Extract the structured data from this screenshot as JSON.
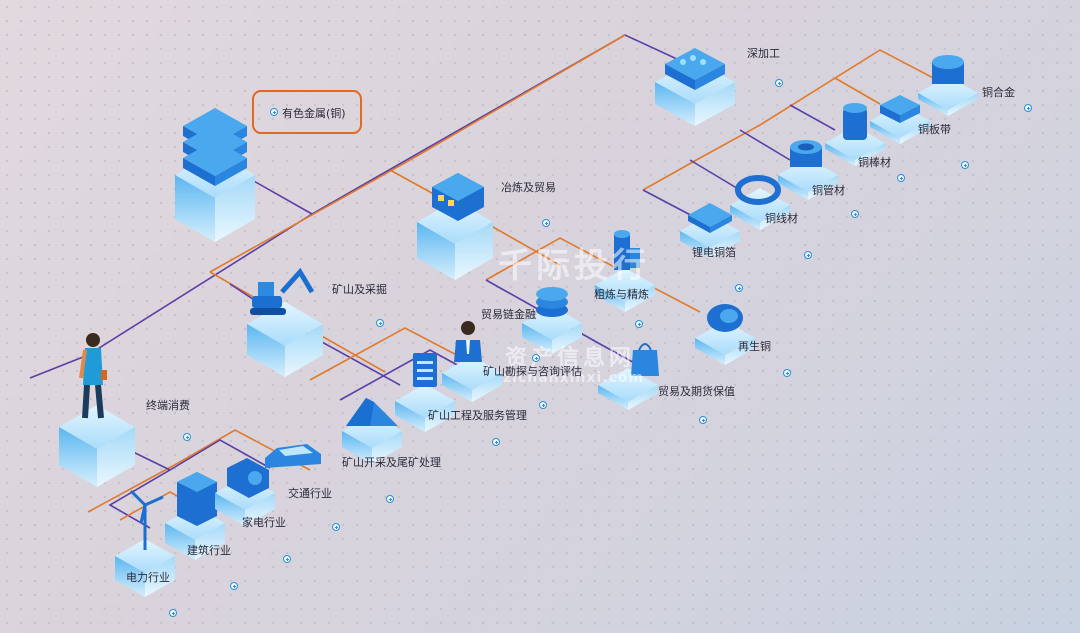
{
  "root": {
    "label": "有色金属(铜)"
  },
  "nodes": [
    {
      "id": "terminal",
      "label": "终端消费"
    },
    {
      "id": "mining",
      "label": "矿山及采掘"
    },
    {
      "id": "smelting",
      "label": "冶炼及贸易"
    },
    {
      "id": "deep",
      "label": "深加工"
    },
    {
      "id": "power",
      "label": "电力行业"
    },
    {
      "id": "building",
      "label": "建筑行业"
    },
    {
      "id": "appliance",
      "label": "家电行业"
    },
    {
      "id": "traffic",
      "label": "交通行业"
    },
    {
      "id": "tailings",
      "label": "矿山开采及尾矿处理"
    },
    {
      "id": "engineering",
      "label": "矿山工程及服务管理"
    },
    {
      "id": "survey",
      "label": "矿山勘探与咨询评估"
    },
    {
      "id": "finance",
      "label": "贸易链金融"
    },
    {
      "id": "refine",
      "label": "粗炼与精炼"
    },
    {
      "id": "futures",
      "label": "贸易及期货保值"
    },
    {
      "id": "recycle",
      "label": "再生铜"
    },
    {
      "id": "foil",
      "label": "锂电铜箔"
    },
    {
      "id": "wire",
      "label": "铜线材"
    },
    {
      "id": "tube",
      "label": "铜管材"
    },
    {
      "id": "rod",
      "label": "铜棒材"
    },
    {
      "id": "strip",
      "label": "铜板带"
    },
    {
      "id": "alloy",
      "label": "铜合金"
    }
  ],
  "watermark": {
    "line1": "千际投行",
    "line2": "资产信息网",
    "line3": "zichanxinxi.com"
  },
  "colors": {
    "line_orange": "#e07a2c",
    "line_purple": "#5a3fa8",
    "cube_top": "#bfe7fb",
    "cube_left": "#3fa6e6",
    "cube_right": "#8fd0f5",
    "icon": "#1a6fd0",
    "accent": "#e06a24"
  }
}
